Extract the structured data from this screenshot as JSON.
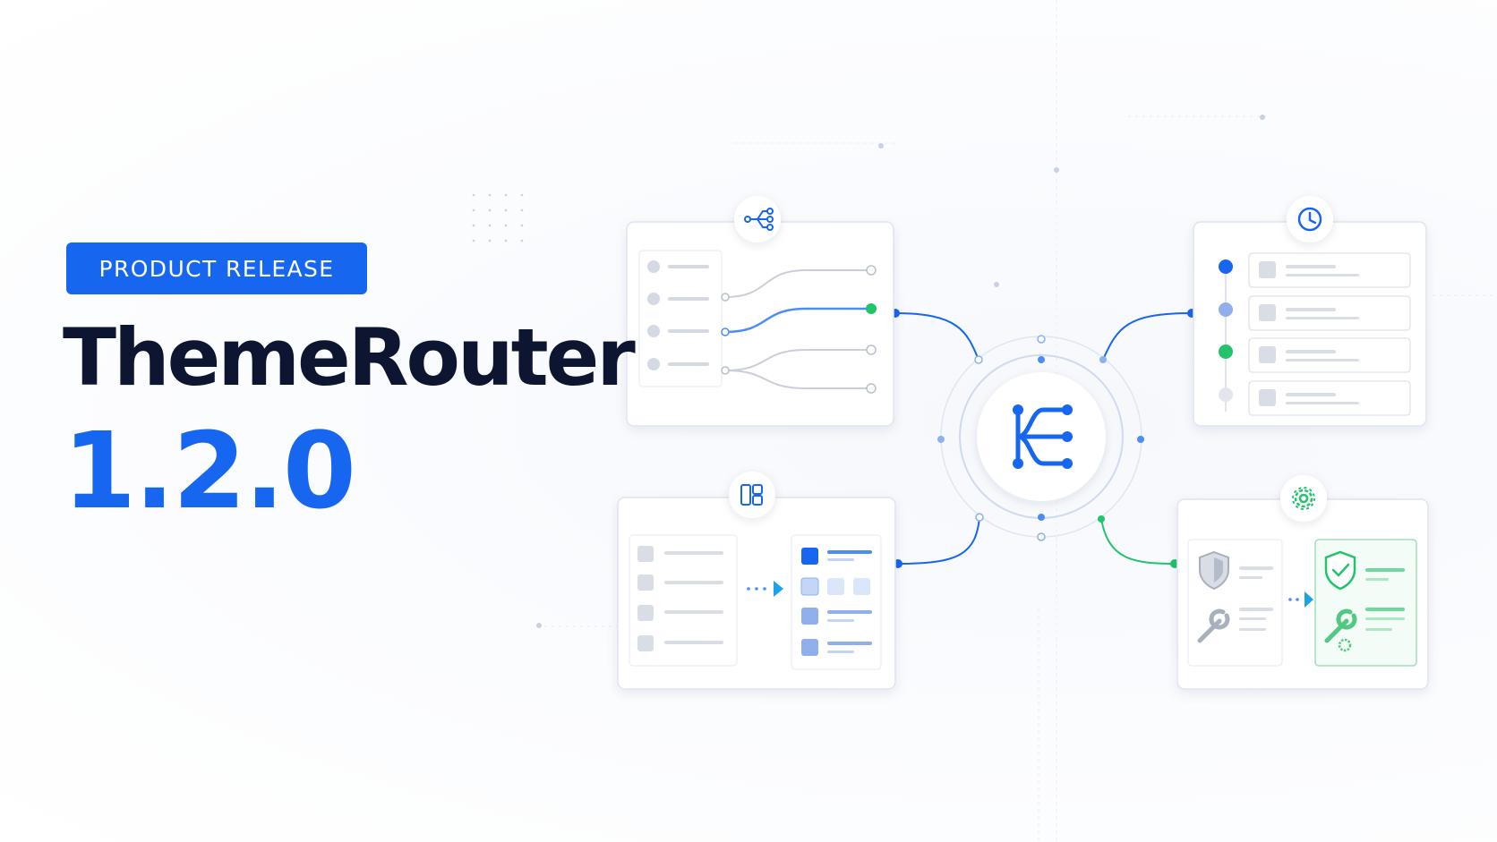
{
  "badge": {
    "label": "PRODUCT RELEASE"
  },
  "title": {
    "product": "ThemeRouter",
    "version": "1.2.0"
  },
  "colors": {
    "accent": "#1766f0",
    "title": "#0d1530",
    "success": "#22c36a",
    "muted": "#c9ced9"
  },
  "diagram": {
    "hub_icon": "routing-hub-icon",
    "panels": [
      {
        "id": "routing-panel",
        "icon": "branch-icon"
      },
      {
        "id": "timeline-panel",
        "icon": "clock-icon"
      },
      {
        "id": "layout-panel",
        "icon": "layout-icon"
      },
      {
        "id": "settings-panel",
        "icon": "gear-icon"
      }
    ]
  }
}
